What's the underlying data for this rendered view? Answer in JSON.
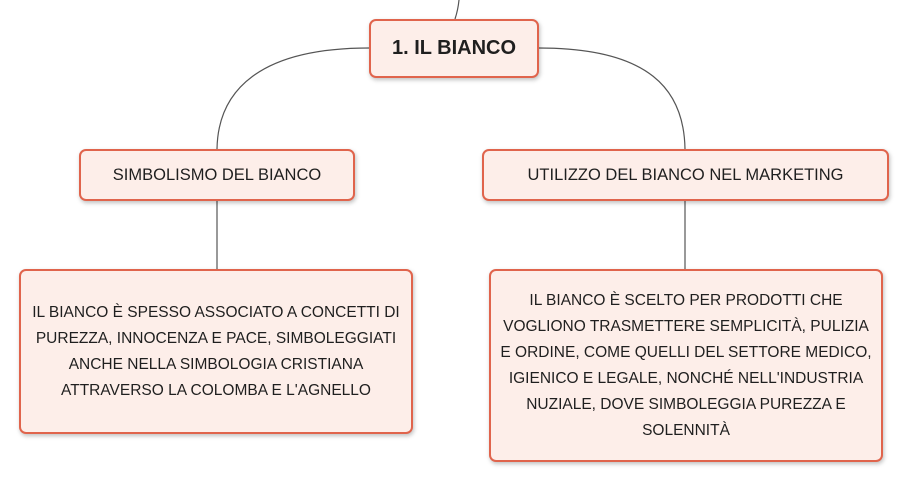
{
  "colors": {
    "node_border": "#e0644c",
    "node_fill": "#fdeee9",
    "connector": "#555555"
  },
  "root": {
    "label": "1. IL BIANCO"
  },
  "branches": [
    {
      "title": "SIMBOLISMO DEL BIANCO",
      "description": "IL BIANCO È SPESSO ASSOCIATO A CONCETTI DI PUREZZA, INNOCENZA E PACE, SIMBOLEGGIATI ANCHE NELLA SIMBOLOGIA CRISTIANA ATTRAVERSO LA COLOMBA E L'AGNELLO"
    },
    {
      "title": "UTILIZZO DEL BIANCO NEL MARKETING",
      "description": "IL BIANCO È SCELTO PER PRODOTTI CHE VOGLIONO TRASMETTERE SEMPLICITÀ, PULIZIA E ORDINE, COME QUELLI DEL SETTORE MEDICO, IGIENICO E LEGALE, NONCHÉ NELL'INDUSTRIA NUZIALE, DOVE SIMBOLEGGIA PUREZZA E SOLENNITÀ"
    }
  ]
}
